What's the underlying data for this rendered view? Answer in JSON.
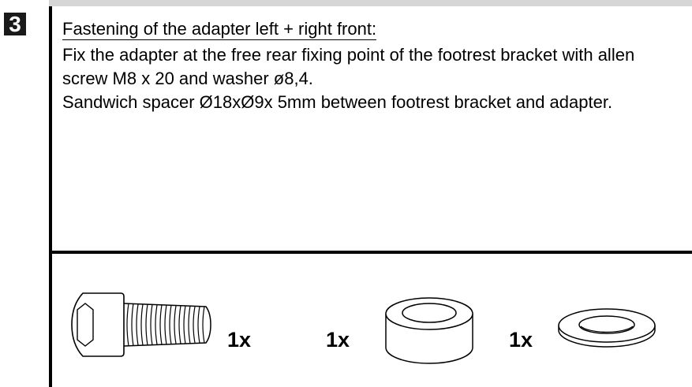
{
  "step": {
    "number": "3"
  },
  "instruction": {
    "heading": "Fastening of the adapter left + right front:",
    "paragraphs": [
      "Fix the adapter at the free rear fixing point of the footrest bracket with allen screw M8 x 20 and washer ø8,4.",
      "Sandwich spacer Ø18xØ9x 5mm between footrest bracket and adapter."
    ]
  },
  "parts": [
    {
      "icon": "allen-screw-icon",
      "quantity": "1x"
    },
    {
      "icon": "spacer-icon",
      "quantity": "1x"
    },
    {
      "icon": "washer-icon",
      "quantity": "1x"
    }
  ]
}
